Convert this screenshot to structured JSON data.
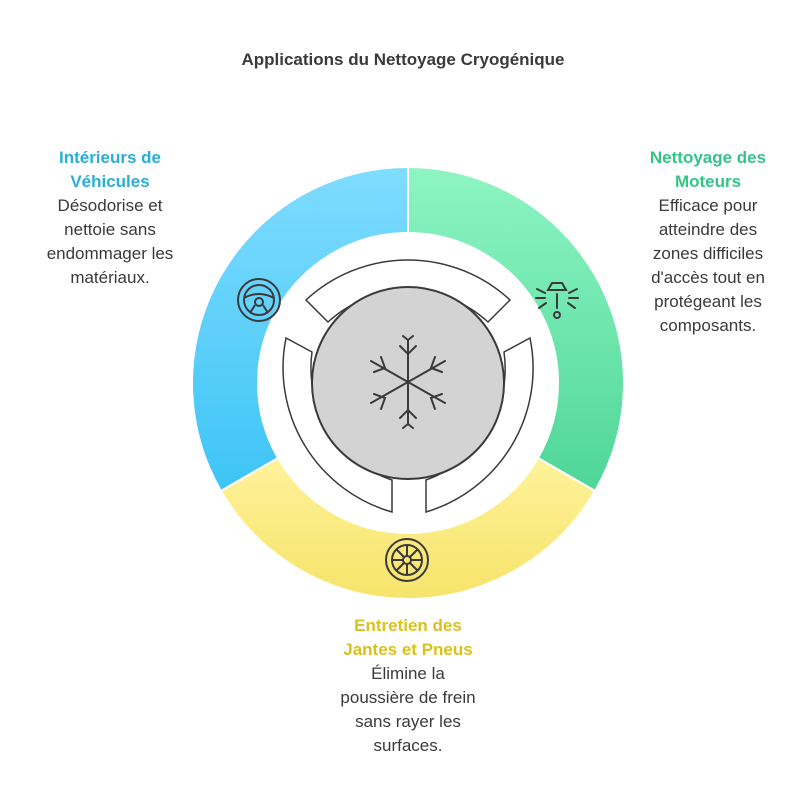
{
  "title": "Applications du Nettoyage Cryogénique",
  "colors": {
    "interiors": "#52cdf7",
    "engines": "#5fe3a3",
    "wheels": "#f8e67a",
    "center": "#d3d3d3"
  },
  "center_icon": "snowflake-icon",
  "sections": {
    "interiors": {
      "title_line1": "Intérieurs de",
      "title_line2": "Véhicules",
      "desc_line1": "Désodorise et",
      "desc_line2": "nettoie sans",
      "desc_line3": "endommager les",
      "desc_line4": "matériaux.",
      "icon": "steering-wheel-icon"
    },
    "engines": {
      "title_line1": "Nettoyage des",
      "title_line2": "Moteurs",
      "desc_line1": "Efficace pour",
      "desc_line2": "atteindre des",
      "desc_line3": "zones difficiles",
      "desc_line4": "d'accès tout en",
      "desc_line5": "protégeant les",
      "desc_line6": "composants.",
      "icon": "spray-nozzle-icon"
    },
    "wheels": {
      "title_line1": "Entretien des",
      "title_line2": "Jantes et Pneus",
      "desc_line1": "Élimine la",
      "desc_line2": "poussière de frein",
      "desc_line3": "sans rayer les",
      "desc_line4": "surfaces.",
      "icon": "wheel-rim-icon"
    }
  }
}
